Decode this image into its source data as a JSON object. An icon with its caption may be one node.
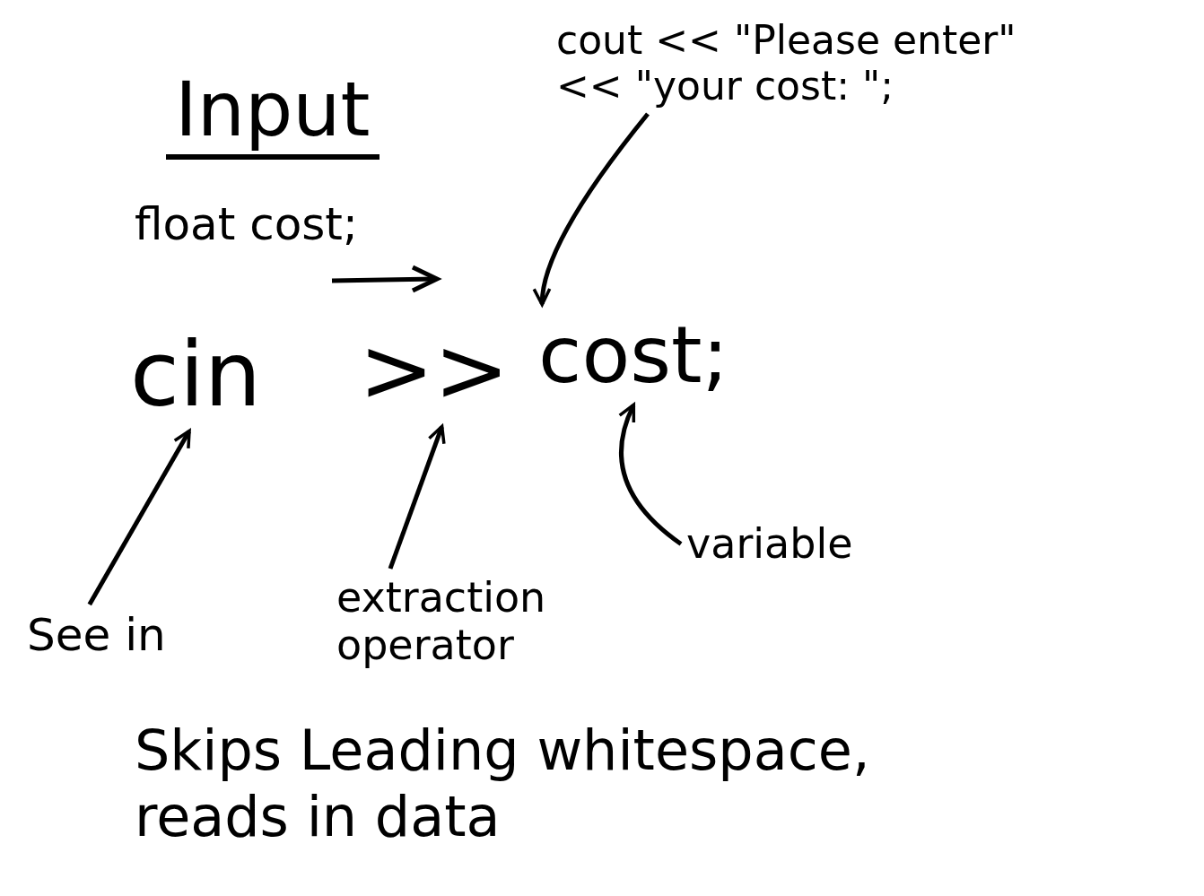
{
  "diagram": {
    "title": "Input",
    "nodes": [
      {
        "text": [
          "cout << \"Please enter\" << \"your cost: \";"
        ]
      },
      {
        "text": [
          "cin"
        ]
      },
      {
        "text": [
          ">>"
        ]
      },
      {
        "text": [
          "cost;"
        ]
      },
      {
        "text": [
          "See in"
        ]
      },
      {
        "text": [
          "extraction operator"
        ]
      },
      {
        "text": [
          "variable"
        ]
      }
    ],
    "edges": [
      {
        "from": 0,
        "to": 3,
        "arrow": "to"
      },
      {
        "from": 4,
        "to": 1,
        "arrow": "to"
      },
      {
        "from": 5,
        "to": 2,
        "arrow": "to"
      },
      {
        "from": 6,
        "to": 3,
        "arrow": "to"
      }
    ],
    "labels": [
      "float cost;",
      "Skips Leading whitespace, reads in data"
    ]
  }
}
